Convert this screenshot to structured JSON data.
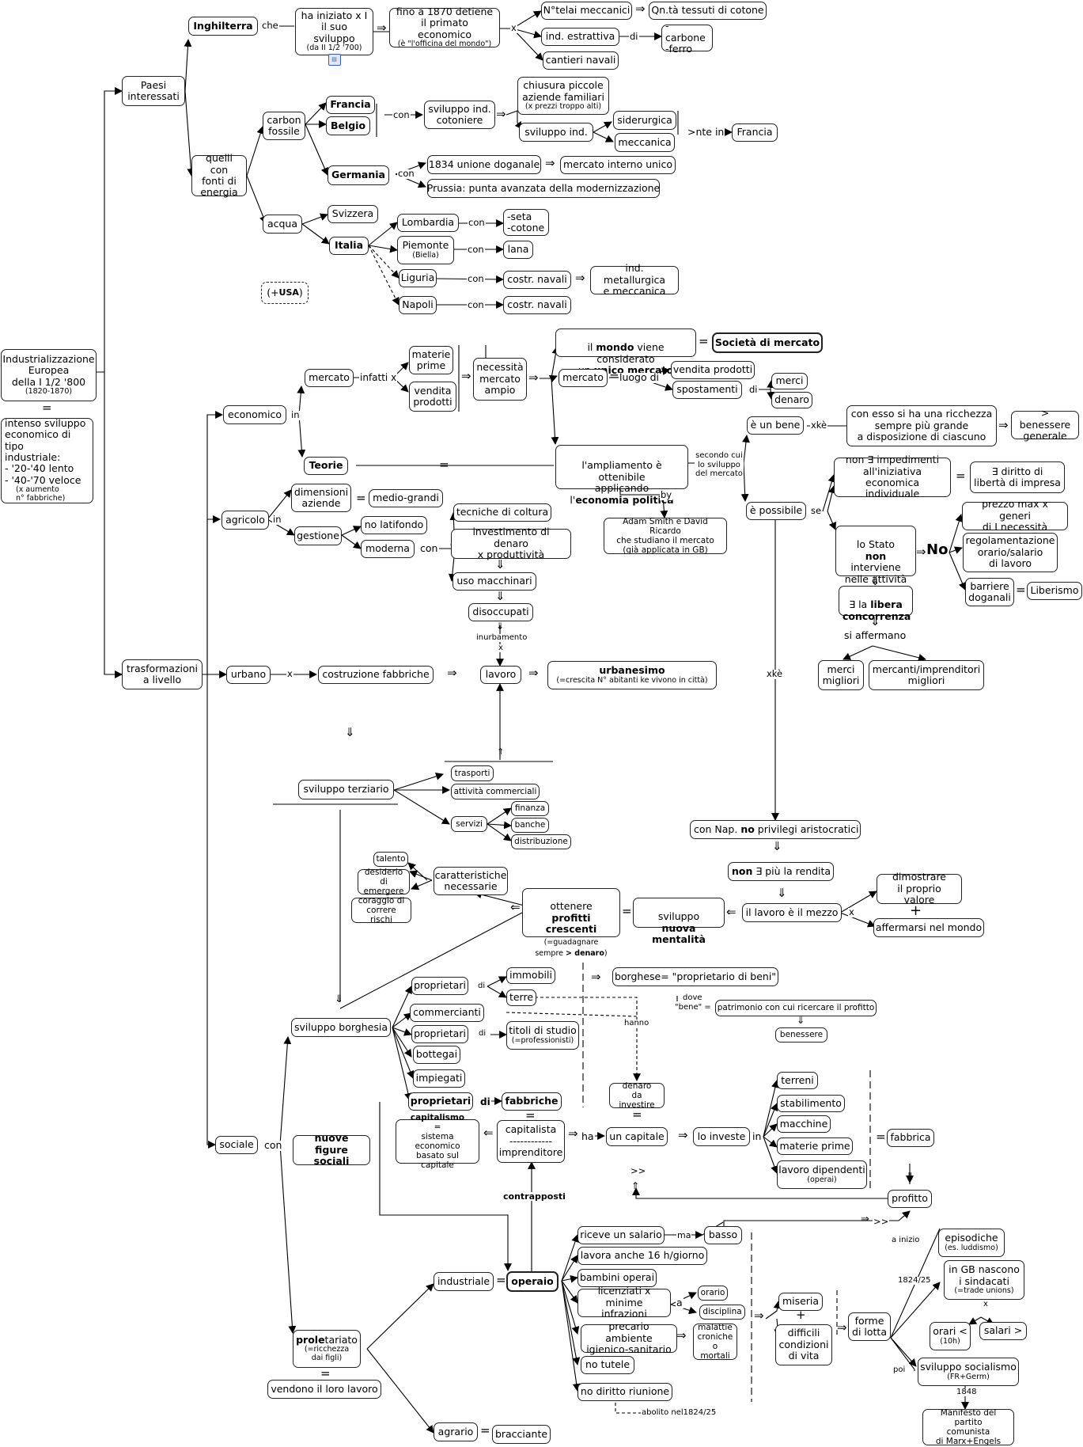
{
  "nodes": {
    "root": "Industrializzazione\nEuropea\ndella I 1/2 '800",
    "root_sub": "(1820-1870)",
    "intenso": "intenso sviluppo\neconomico di tipo\nindustriale:\n- '20-'40 lento\n- '40-'70 veloce",
    "intenso_sub": "(x aumento\nn° fabbriche)",
    "paesi": "Paesi\ninteressati",
    "inghilterra": "Inghilterra",
    "ha_iniziato": "ha iniziato x I\nil suo sviluppo",
    "ha_iniziato_sub": "(da II 1/2 '700)",
    "fino_1870": "fino a 1870 detiene\nil primato economico",
    "fino_1870_sub": "(è \"l'officina del mondo\")",
    "telai": "N°telai meccanici",
    "qnta": "Qn.tà tessuti di cotone",
    "ind_estr": "ind. estrattiva",
    "carbone_ferro": "-carbone\n-ferro",
    "cantieri": "cantieri navali",
    "quelli": "quelli con\nfonti di\nenergia",
    "carbon": "carbon\nfossile",
    "francia": "Francia",
    "belgio": "Belgio",
    "germania": "Germania",
    "svil_cot": "sviluppo ind.\ncotoniere",
    "chiusura": "chiusura piccole\naziende familiari",
    "chiusura_sub": "(x prezzi troppo alti)",
    "svil_ind": "sviluppo ind.",
    "siderurgica": "siderurgica",
    "meccanica": "meccanica",
    "francia2": "Francia",
    "unione": "1834 unione doganale",
    "mercato_int": "mercato interno unico",
    "prussia": "Prussia: punta avanzata della modernizzazione",
    "acqua": "acqua",
    "svizzera": "Svizzera",
    "italia": "Italia",
    "lombardia": "Lombardia",
    "seta": "-seta\n-cotone",
    "piemonte": "Piemonte",
    "piemonte_sub": "(Biella)",
    "lana": "lana",
    "liguria": "Liguria",
    "costr1": "costr. navali",
    "ind_metal": "ind. metallurgica\ne meccanica",
    "napoli": "Napoli",
    "costr2": "costr. navali",
    "usa_pre": "(+",
    "usa": "USA",
    "usa_post": ")",
    "trasf": "trasformazioni\na livello",
    "economico": "economico",
    "mercato": "mercato",
    "materie": "materie\nprime",
    "vendita": "vendita\nprodotti",
    "necessita": "necessità\nmercato\nampio",
    "mondo_pre": "il ",
    "mondo_b1": "mondo",
    "mondo_mid": " viene considerato\nun ",
    "mondo_b2": "unico mercato",
    "societa": "Società di mercato",
    "mercato2": "mercato",
    "vendita2": "vendita prodotti",
    "spostamenti": "spostamenti",
    "merci": "merci",
    "denaro": "denaro",
    "teorie": "Teorie",
    "ampliamento": "l'ampliamento è ottenibile\napplicando\nl'",
    "ampliamento_b": "economia politica",
    "adam": "Adam Smith e David Ricardo\nche studiano il mercato\n(già applicata in GB)",
    "bene": "è un bene",
    "ricchezza": "con esso si ha una ricchezza\nsempre più grande\na disposizione di ciascuno",
    "benessere_gen": "> benessere\ngenerale",
    "possibile": "è possibile",
    "non_imp": "non ∃ impedimenti\nall'iniziativa economica\nindividuale",
    "diritto": "∃ diritto di\nlibertà di impresa",
    "stato_pre": "lo Stato\n",
    "stato_b": "non",
    "stato_post": " interviene\nnelle attività\neconomiche",
    "no": "No",
    "prezzo": "prezzo max x generi\ndi I necessità",
    "regolamentazione": "regolamentazione\norario/salario\ndi lavoro",
    "barriere": "barriere\ndoganali",
    "liberismo": "Liberismo",
    "libera_pre": "∃ la ",
    "libera_b": "libera\nconcorrenza",
    "si_affermano": "si affermano",
    "merci_migl": "merci\nmigliori",
    "mercanti": "mercanti/imprenditori\nmigliori",
    "agricolo": "agricolo",
    "dimensioni": "dimensioni\naziende",
    "medio": "medio-grandi",
    "gestione": "gestione",
    "no_latif": "no latifondo",
    "moderna": "moderna",
    "tecniche": "tecniche di coltura",
    "investimento": "investimento di denaro\nx produttività",
    "uso": "uso macchinari",
    "disoccupati": "disoccupati",
    "inurbamento": "inurbamento",
    "urbano": "urbano",
    "costruzione": "costruzione fabbriche",
    "lavoro": "lavoro",
    "urbanesimo": "urbanesimo",
    "urbanesimo_sub": "(=crescita N° abitanti ke vivono in città)",
    "terziario": "sviluppo terziario",
    "trasporti": "trasporti",
    "attivita": "attività commerciali",
    "servizi": "servizi",
    "finanza": "finanza",
    "banche": "banche",
    "distribuzione": "distribuzione",
    "napoleone_pre": "con Nap. ",
    "napoleone_b": "no",
    "napoleone_post": " privilegi aristocratici",
    "rendita_b": "non",
    "rendita_post": " ∃ più la rendita",
    "mezzo": "il lavoro è il mezzo",
    "dimostrare": "dimostrare\nil proprio valore",
    "affermarsi": "affermarsi nel mondo",
    "mentalita": "sviluppo\n",
    "mentalita_b": "nuova mentalità",
    "profitti_pre": "ottenere\n",
    "profitti_b": "profitti crescenti",
    "profitti_sub": "(=guadagnare\nsempre ",
    "profitti_sub_b": "> denaro",
    "profitti_sub_end": ")",
    "caratteristiche": "caratteristiche\nnecessarie",
    "talento": "talento",
    "desiderio": "desiderio di\nemergere",
    "coraggio": "coraggio di\ncorrere rischi",
    "sociale": "sociale",
    "borghesia": "sviluppo borghesia",
    "proprietari1": "proprietari",
    "immobili": "immobili",
    "terre": "terre",
    "commercianti": "commercianti",
    "proprietari2": "proprietari",
    "titoli": "titoli di studio",
    "titoli_sub": "(=professionisti)",
    "bottegai": "bottegai",
    "impiegati": "impiegati",
    "borghese": "borghese= \"proprietario di beni\"",
    "patrimonio": "patrimonio con cui ricercare il profitto",
    "benessere": "benessere",
    "denaro_inv": "denaro\nda investire",
    "proprietari3": "proprietari",
    "fabbriche": "fabbriche",
    "capitalista": "capitalista\n------------\nimprenditore",
    "capitalismo_b": "capitalismo",
    "capitalismo": "=\nsistema economico\nbasato sul capitale",
    "capitale": "un capitale",
    "investe": "lo investe",
    "terreni": "terreni",
    "stabilimento": "stabilimento",
    "macchine": "macchine",
    "materie2": "materie prime",
    "lavoro_dip": "lavoro dipendenti",
    "lavoro_dip_sub": "(operai)",
    "fabbrica": "fabbrica",
    "profitto": "profitto",
    "nuove": "nuove figure\nsociali",
    "prole_b": "prole",
    "prole": "tariato",
    "prole_sub": "(=ricchezza\ndai figli)",
    "vendono": "vendono il loro lavoro",
    "industriale": "industriale",
    "operaio": "operaio",
    "agrario": "agrario",
    "bracciante": "bracciante",
    "salario": "riceve un salario",
    "basso": "basso",
    "lavora16": "lavora anche 16 h/giorno",
    "bambini": "bambini operai",
    "licenziati": "licenziati x\nminime infrazioni",
    "orario": "orario",
    "disciplina": "disciplina",
    "precario": "precario ambiente\nigienico-sanitario",
    "malattie": "malattie\ncroniche\no mortali",
    "tutele": "no tutele",
    "riunione": "no diritto riunione",
    "miseria": "miseria",
    "condizioni": "difficili\ncondizioni\ndi vita",
    "forme": "forme\ndi lotta",
    "episodiche": "episodiche",
    "episodiche_sub": "(es. luddismo)",
    "sindacati": "in GB nascono\ni sindacati",
    "sindacati_sub": "(=trade unions)",
    "orari": "orari <",
    "orari_sub": "(10h)",
    "salari": "salari >",
    "socialismo": "sviluppo socialismo",
    "socialismo_sub": "(FR+Germ)",
    "manifesto": "Manifesto del partito\ncomunista\ndi Marx+Engels"
  },
  "labels": {
    "che": "che",
    "x1": "x",
    "di1": "di",
    "con1": "con",
    "nte_in": ">nte in",
    "con2": "con",
    "con_lomb": "con",
    "con_piem": "con",
    "con_lig": "con",
    "con_nap": "con",
    "in1": "in",
    "infatti": "infatti x",
    "luogo": "luogo di",
    "di2": "di",
    "secondo": "secondo cui\nlo sviluppo\ndel mercato",
    "by": "by",
    "xke1": "xkè",
    "se": "se",
    "xke2": "xkè",
    "in2": "in",
    "con3": "con",
    "x2": "x",
    "x3": "x",
    "x4": "x",
    "con4": "con",
    "di3": "di",
    "di4": "di",
    "hanno": "hanno",
    "dove": "dove",
    "bene_eq": "\"bene\" =",
    "di5": "di",
    "ha": "ha",
    "in3": "in",
    "contrapposti": "contrapposti",
    "ma": "ma",
    "a1": "a",
    "a_inizio": "a inizio",
    "anno_1824": "1824/25",
    "poi": "poi",
    "anno_1848": "1848",
    "abolito": "abolito nel1824/25",
    "gtgt1": ">>",
    "gtgt2": ">>"
  },
  "symbols": {
    "impl": "⇒",
    "impl_left": "⇐",
    "impl_down": "⇓",
    "impl_up": "⇑",
    "eq": "=",
    "plus": "+"
  },
  "icons": {
    "book_icon": "book-icon"
  }
}
